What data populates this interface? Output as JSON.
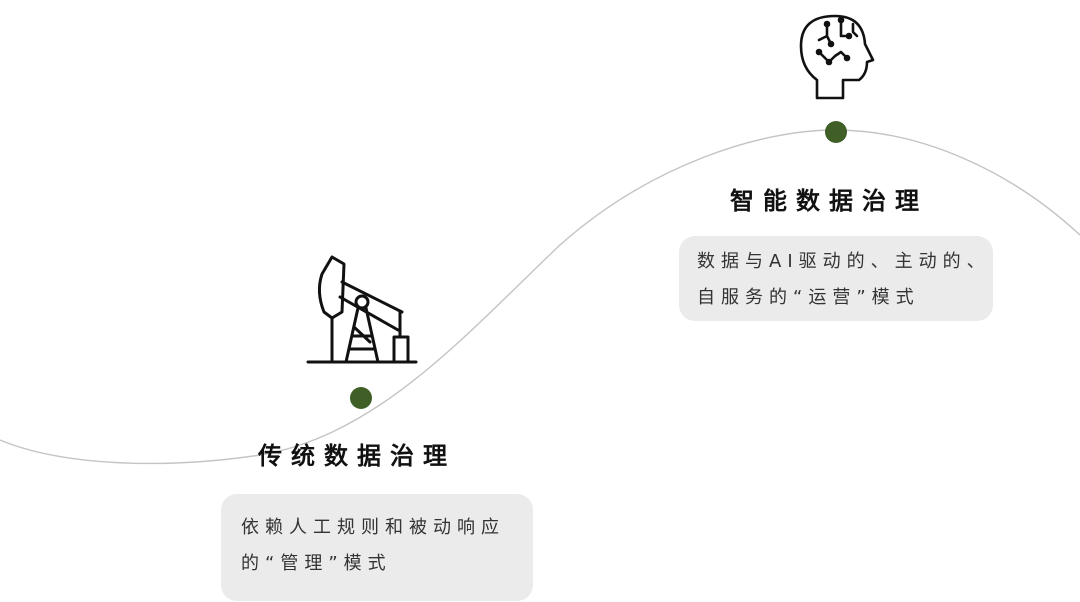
{
  "colors": {
    "dot": "#3f5f27",
    "curve": "#c4c4c4",
    "box_bg": "#ebebeb",
    "title": "#111111",
    "text": "#333333"
  },
  "stages": [
    {
      "icon": "oil-pump-jack-icon",
      "title": "传统数据治理",
      "description_lines": [
        "依赖人工规则和被动响应",
        "的“管理”模式"
      ]
    },
    {
      "icon": "ai-brain-head-icon",
      "title": "智能数据治理",
      "description_lines": [
        "数据与AI驱动的、主动的、",
        "自服务的“运营”模式"
      ]
    }
  ]
}
